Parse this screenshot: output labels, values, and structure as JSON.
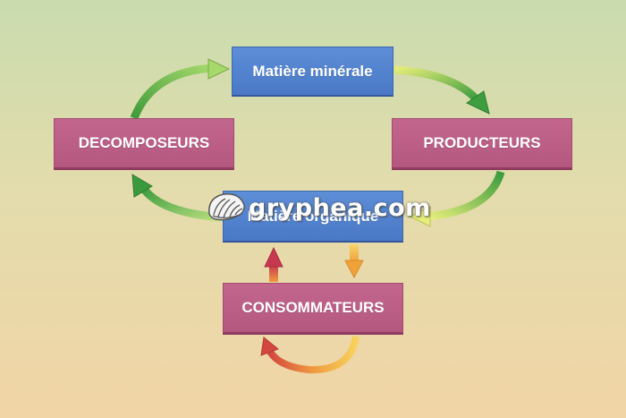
{
  "boxes": {
    "mineral": "Matière minérale",
    "decomposers": "DECOMPOSEURS",
    "producers": "PRODUCTEURS",
    "organic": "Matière organique",
    "consumers": "CONSOMMATEURS"
  },
  "watermark": {
    "text": "gryphea.com"
  },
  "colors": {
    "blue_box": "#4f7fcb",
    "pink_box": "#b85c84",
    "green_arrow": "#4aa63f",
    "yellow_green_arrow": "#d8e35a",
    "orange_arrow": "#f2a73d",
    "red_arrow": "#d2484a"
  },
  "icons": [
    "shell-logo-icon"
  ]
}
